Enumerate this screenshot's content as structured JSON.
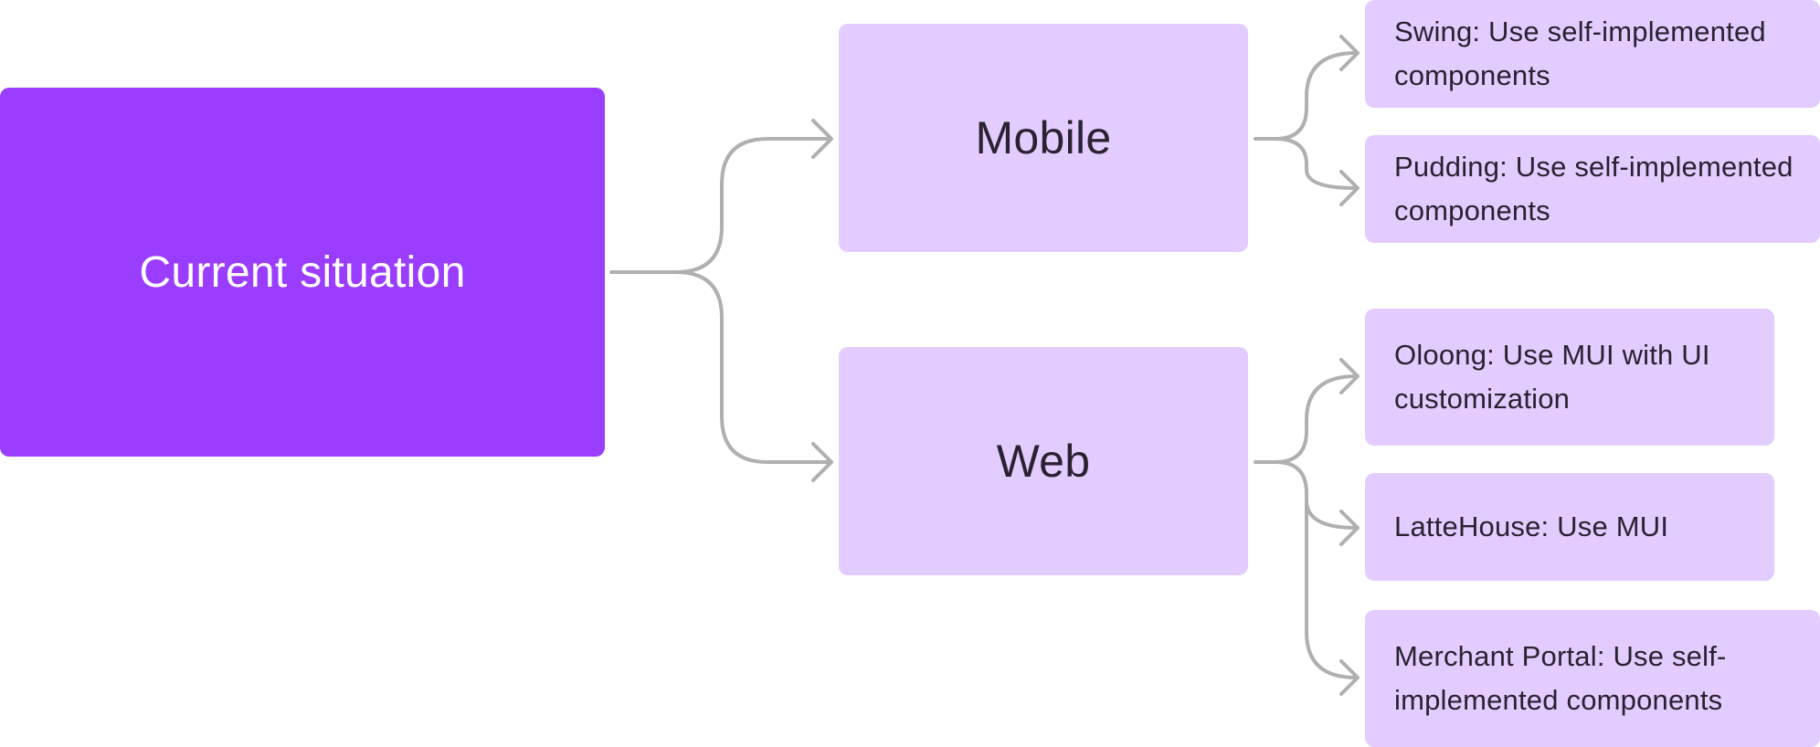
{
  "colors": {
    "root_fill": "#9A3DFF",
    "node_fill": "#E3CCFF",
    "connector": "#B0B0B0",
    "text_dark": "#2A2230",
    "text_light": "#FFFFFF"
  },
  "diagram": {
    "root": {
      "label": "Current situation"
    },
    "branches": [
      {
        "label": "Mobile",
        "children": [
          {
            "label": "Swing: Use self-implemented components"
          },
          {
            "label": "Pudding: Use self-implemented components"
          }
        ]
      },
      {
        "label": "Web",
        "children": [
          {
            "label": "Oloong: Use MUI with UI customization"
          },
          {
            "label": "LatteHouse: Use MUI"
          },
          {
            "label": "Merchant Portal: Use self-implemented components"
          }
        ]
      }
    ]
  }
}
